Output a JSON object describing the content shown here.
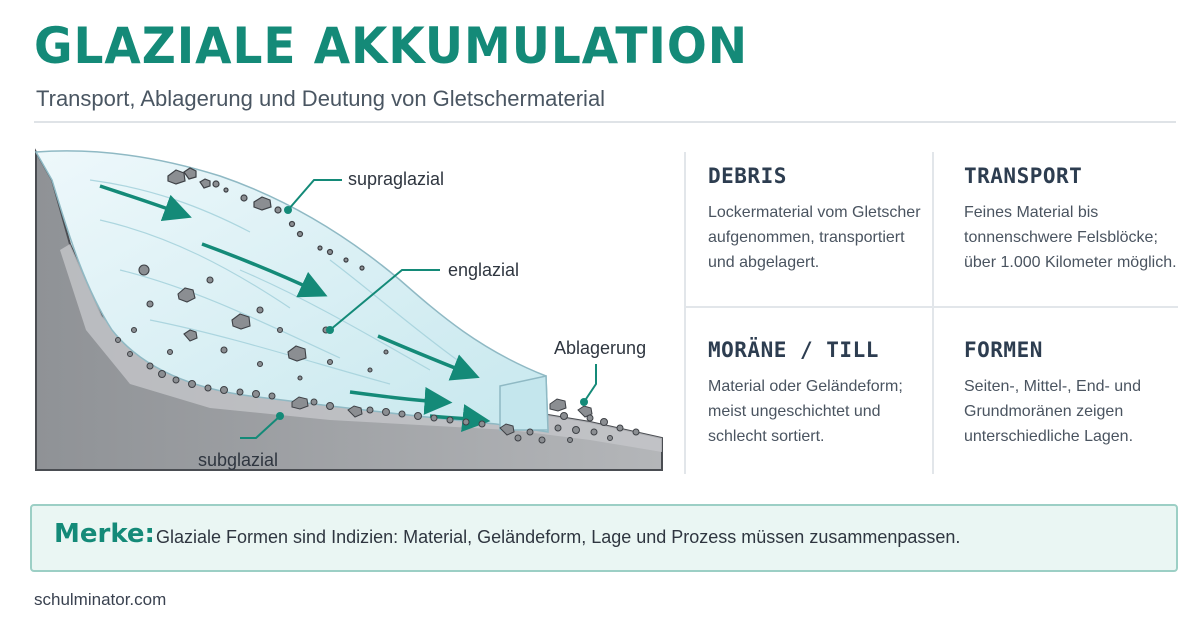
{
  "header": {
    "title": "GLAZIALE AKKUMULATION",
    "subtitle": "Transport, Ablagerung und Deutung von Gletschermaterial"
  },
  "diagram": {
    "labels": {
      "supraglacial": "supraglazial",
      "englacial": "englazial",
      "deposition": "Ablagerung",
      "subglacial": "subglazial"
    }
  },
  "cards": [
    {
      "title": "DEBRIS",
      "text": [
        "Lockermaterial vom Gletscher",
        "aufgenommen, transportiert",
        "und abgelagert."
      ]
    },
    {
      "title": "TRANSPORT",
      "text": [
        "Feines Material bis",
        "tonnenschwere Felsblöcke;",
        "über 1.000 Kilometer möglich."
      ]
    },
    {
      "title": "MORÄNE / TILL",
      "text": [
        "Material oder Geländeform;",
        "meist ungeschichtet und",
        "schlecht sortiert."
      ]
    },
    {
      "title": "FORMEN",
      "text": [
        "Seiten-, Mittel-, End- und",
        "Grundmoränen zeigen",
        "unterschiedliche Lagen."
      ]
    }
  ],
  "note": {
    "label": "Merke:",
    "text": "Glaziale Formen sind Indizien: Material, Geländeform, Lage und Prozess müssen zusammenpassen."
  },
  "footer": {
    "site": "schulminator.com"
  },
  "colors": {
    "accent": "#148a78",
    "ice": "#d7eff4",
    "rock": "#9a9da1"
  }
}
